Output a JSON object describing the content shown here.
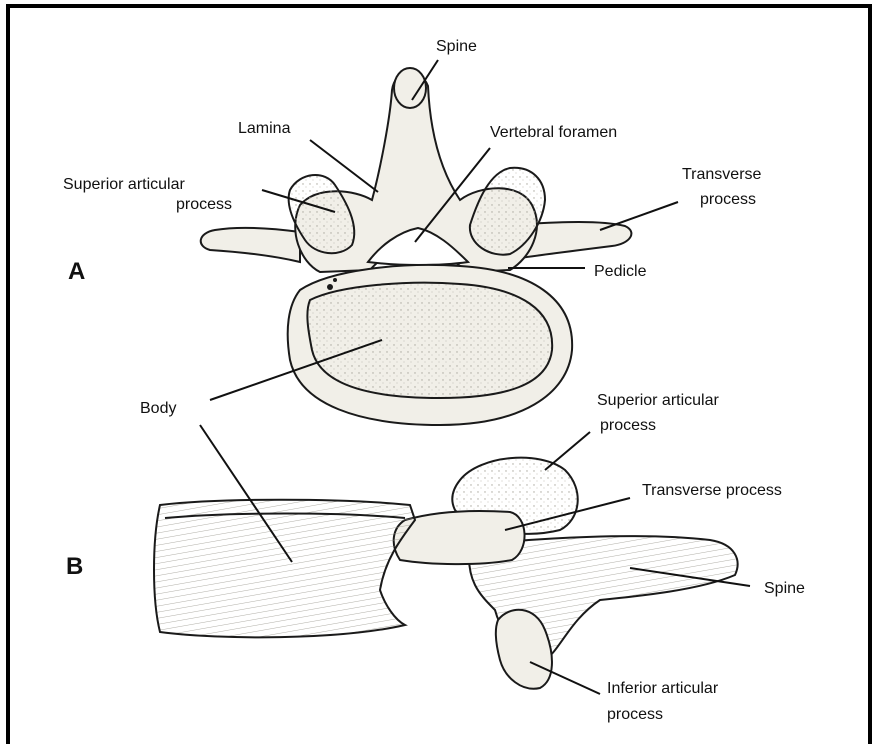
{
  "figure": {
    "views": [
      {
        "id": "A",
        "label": "A"
      },
      {
        "id": "B",
        "label": "B"
      }
    ],
    "view_a_labels": {
      "spine": "Spine",
      "lamina": "Lamina",
      "vertebral_foramen": "Vertebral foramen",
      "superior_articular_line1": "Superior articular",
      "superior_articular_line2": "process",
      "transverse_line1": "Transverse",
      "transverse_line2": "process",
      "pedicle": "Pedicle",
      "body": "Body"
    },
    "view_b_labels": {
      "superior_articular_line1": "Superior articular",
      "superior_articular_line2": "process",
      "transverse_process": "Transverse process",
      "spine": "Spine",
      "inferior_articular_line1": "Inferior articular",
      "inferior_articular_line2": "process"
    },
    "colors": {
      "frame": "#000000",
      "ink": "#1a1a1a",
      "bone_fill": "#f1efe8",
      "shade": "#bdbab0"
    }
  }
}
